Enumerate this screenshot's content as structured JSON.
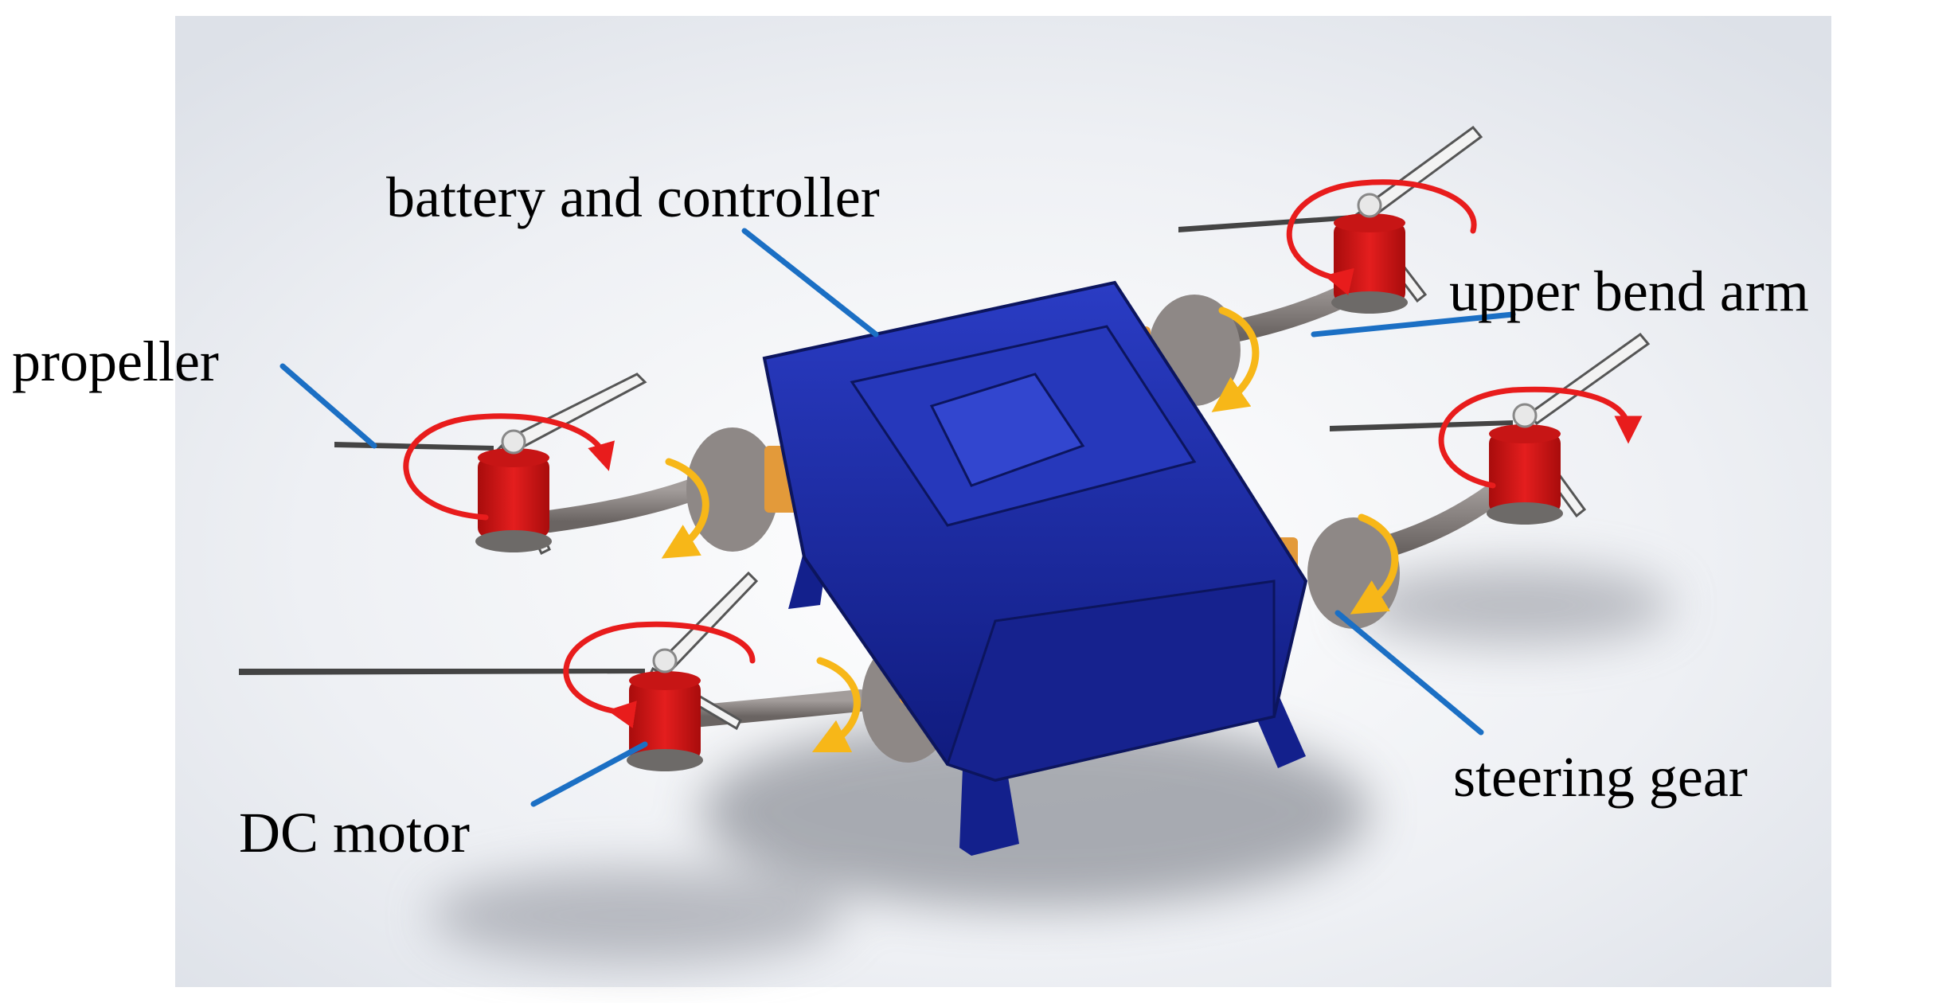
{
  "labels": {
    "battery": "battery and controller",
    "upper_arm": "upper bend arm",
    "propeller": "propeller",
    "steering": "steering gear",
    "dc_motor": "DC motor"
  },
  "colors": {
    "body": "#1e2fa8",
    "body_dark": "#0f1a78",
    "motor": "#d41616",
    "arm": "#8a8482",
    "steering_gear": "#e39a3a",
    "rotation_arrow_red": "#e81c1c",
    "rotation_arrow_yellow": "#f7b718",
    "leader_line": "#1b6fc4",
    "text": "#000000"
  }
}
